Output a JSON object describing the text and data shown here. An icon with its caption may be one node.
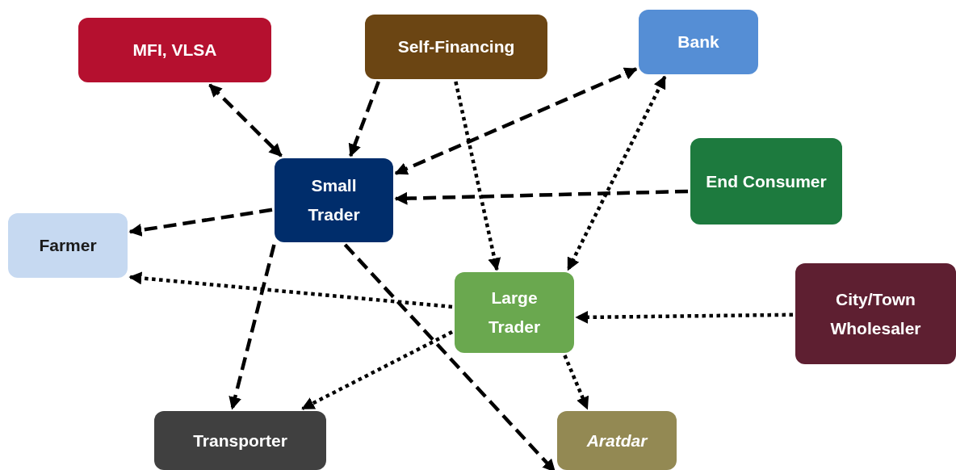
{
  "diagram": {
    "nodes": [
      {
        "text": [
          "MFI, VLSA"
        ]
      },
      {
        "text": [
          "Self-Financing"
        ]
      },
      {
        "text": [
          "Bank"
        ]
      },
      {
        "text": [
          "Small Trader"
        ]
      },
      {
        "text": [
          "End Consumer"
        ]
      },
      {
        "text": [
          "Farmer"
        ]
      },
      {
        "text": [
          "Large Trader"
        ]
      },
      {
        "text": [
          "City/Town Wholesaler"
        ]
      },
      {
        "text": [
          "Transporter"
        ]
      },
      {
        "text": [
          "Aratdar"
        ]
      }
    ],
    "edges": [
      {
        "from": 0,
        "to": 3,
        "arrow": "both",
        "style": "dashed"
      },
      {
        "from": 1,
        "to": 3,
        "arrow": "to",
        "style": "dashed"
      },
      {
        "from": 3,
        "to": 2,
        "arrow": "both",
        "style": "dashed"
      },
      {
        "from": 4,
        "to": 3,
        "arrow": "to",
        "style": "dashed"
      },
      {
        "from": 3,
        "to": 5,
        "arrow": "to",
        "style": "dashed"
      },
      {
        "from": 3,
        "to": 8,
        "arrow": "to",
        "style": "dashed"
      },
      {
        "from": 3,
        "to": 9,
        "arrow": "to",
        "style": "dashed"
      },
      {
        "from": 1,
        "to": 6,
        "arrow": "to"
      },
      {
        "from": 2,
        "to": 6,
        "arrow": "both"
      },
      {
        "from": 6,
        "to": 5,
        "arrow": "to"
      },
      {
        "from": 7,
        "to": 6,
        "arrow": "to"
      },
      {
        "from": 6,
        "to": 8,
        "arrow": "to"
      },
      {
        "from": 6,
        "to": 9,
        "arrow": "to"
      }
    ]
  }
}
